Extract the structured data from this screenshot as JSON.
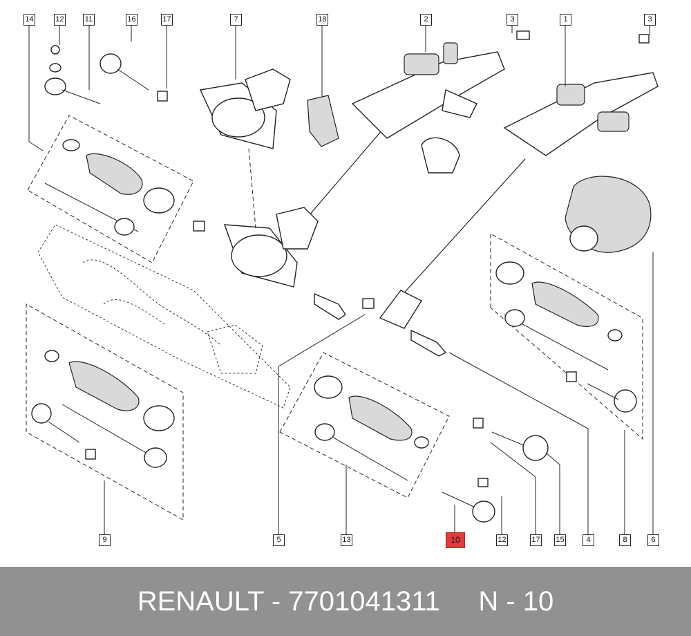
{
  "diagram": {
    "callouts": [
      "1",
      "2",
      "3",
      "3",
      "4",
      "5",
      "6",
      "7",
      "8",
      "9",
      "10",
      "11",
      "12",
      "12",
      "13",
      "14",
      "15",
      "16",
      "17",
      "17",
      "18"
    ],
    "highlight_color": "#e23b3b"
  },
  "footer": {
    "brand": "RENAULT",
    "part_number": "7701041311",
    "position": "N - 10",
    "background": "#919191"
  }
}
